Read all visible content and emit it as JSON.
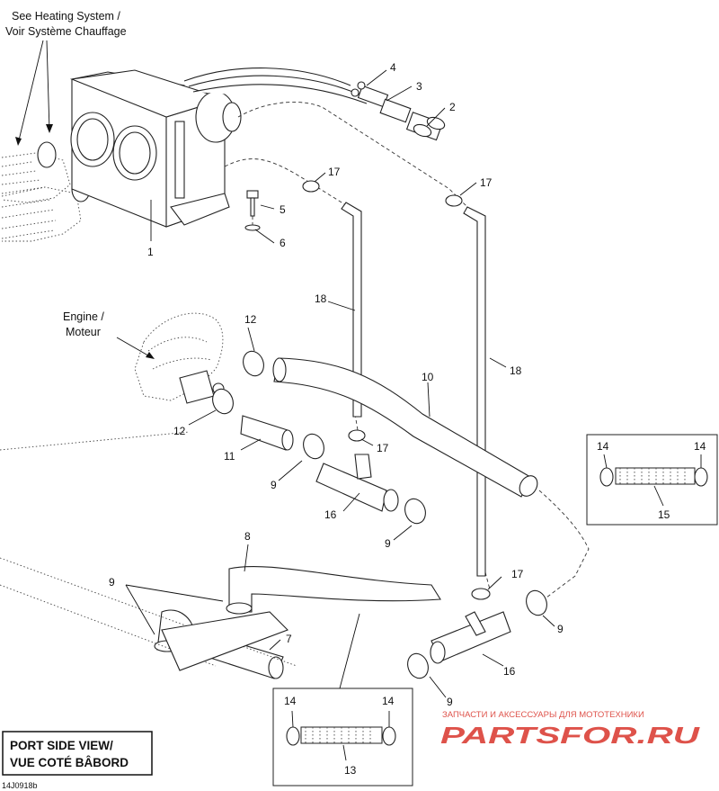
{
  "diagram": {
    "notes": {
      "heating_line1": "See Heating System /",
      "heating_line2": "Voir Système Chauffage",
      "engine_line1": "Engine /",
      "engine_line2": "Moteur"
    },
    "view_box": {
      "line1": "PORT SIDE VIEW/",
      "line2": "VUE COTÉ BÂBORD"
    },
    "figure_code": "14J0918b",
    "watermark": {
      "tagline": "ЗАПЧАСТИ И АКСЕССУАРЫ ДЛЯ МОТОТЕХНИКИ",
      "brand": "PARTSFOR.RU",
      "color": "#d9342b"
    },
    "callouts": {
      "c1": "1",
      "c2": "2",
      "c3": "3",
      "c4": "4",
      "c5": "5",
      "c6": "6",
      "c7": "7",
      "c8": "8",
      "c9a": "9",
      "c9b": "9",
      "c9c": "9",
      "c9d": "9",
      "c9e": "9",
      "c10": "10",
      "c11": "11",
      "c12a": "12",
      "c12b": "12",
      "c13": "13",
      "c14a": "14",
      "c14b": "14",
      "c14c": "14",
      "c14d": "14",
      "c15": "15",
      "c16a": "16",
      "c16b": "16",
      "c17a": "17",
      "c17b": "17",
      "c17c": "17",
      "c17d": "17",
      "c18a": "18",
      "c18b": "18"
    }
  }
}
